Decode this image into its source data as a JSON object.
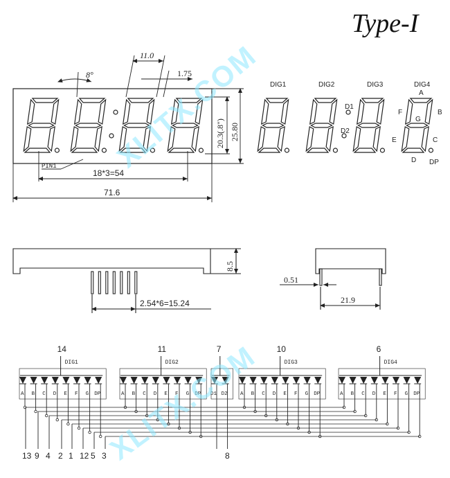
{
  "title": "Type-I",
  "watermark": "XLITX.COM",
  "front_dims": {
    "angle": "8°",
    "seg_width": "11.0",
    "seg_gap": "1.75",
    "height_in": "20.3(.8\")",
    "total_height": "25.80",
    "pin1": "PIN1",
    "digit_pitch": "18*3=54",
    "total_width": "71.6"
  },
  "digit_labels": {
    "digits": [
      "DIG1",
      "DIG2",
      "DIG3",
      "DIG4"
    ],
    "segments": {
      "a": "A",
      "b": "B",
      "c": "C",
      "d": "D",
      "e": "E",
      "f": "F",
      "g": "G",
      "dp": "DP"
    },
    "colon": {
      "d1": "D1",
      "d2": "D2"
    }
  },
  "side_dims": {
    "height": "8.5",
    "pin_pitch": "2.54*6=15.24",
    "lead_thickness": "0.51",
    "depth": "21.9"
  },
  "circuit": {
    "groups": [
      {
        "name": "DIG1",
        "common_pin": "14",
        "segments": [
          "A",
          "B",
          "C",
          "D",
          "E",
          "F",
          "G",
          "DP"
        ]
      },
      {
        "name": "DIG2",
        "common_pin": "11",
        "segments": [
          "A",
          "B",
          "C",
          "D",
          "E",
          "F",
          "G",
          "DP"
        ]
      },
      {
        "name": "",
        "common_pin": "7",
        "segments": [
          "D1",
          "D2"
        ]
      },
      {
        "name": "DIG3",
        "common_pin": "10",
        "segments": [
          "A",
          "B",
          "C",
          "D",
          "E",
          "F",
          "G",
          "DP"
        ]
      },
      {
        "name": "DIG4",
        "common_pin": "6",
        "segments": [
          "A",
          "B",
          "C",
          "D",
          "E",
          "F",
          "G",
          "DP"
        ]
      }
    ],
    "bottom_pins": [
      "13",
      "9",
      "4",
      "2",
      "1",
      "12",
      "5",
      "3"
    ],
    "colon_pin": "8"
  }
}
